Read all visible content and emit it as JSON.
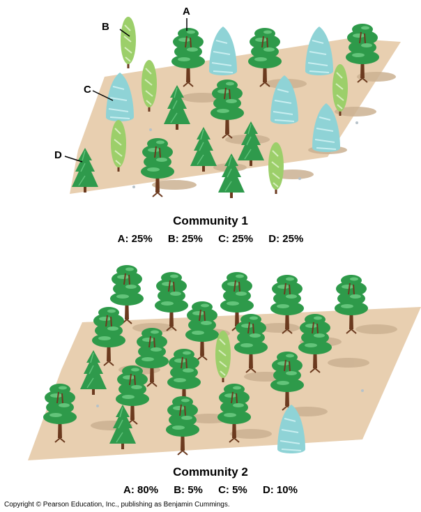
{
  "labels": {
    "a": "A",
    "b": "B",
    "c": "C",
    "d": "D"
  },
  "community1": {
    "title": "Community 1",
    "abundances": [
      {
        "species": "A",
        "text": "A: 25%"
      },
      {
        "species": "B",
        "text": "B: 25%"
      },
      {
        "species": "C",
        "text": "C: 25%"
      },
      {
        "species": "D",
        "text": "D: 25%"
      }
    ]
  },
  "community2": {
    "title": "Community 2",
    "abundances": [
      {
        "species": "A",
        "text": "A: 80%"
      },
      {
        "species": "B",
        "text": "B: 5%"
      },
      {
        "species": "C",
        "text": "C: 5%"
      },
      {
        "species": "D",
        "text": "D: 10%"
      }
    ]
  },
  "copyright": "Copyright © Pearson Education, Inc., publishing as Benjamin Cummings.",
  "colors": {
    "ground": "#e8cfb0",
    "shadow": "#cbb192",
    "broadleaf": "#2e9a4a",
    "broadleaf_light": "#63c47a",
    "trunk": "#6b3a1f",
    "conifer": "#2f9a4c",
    "cypress": "#9ccf6a",
    "cypress_light": "#d8eec0",
    "spruce_blue": "#8fd3d6",
    "spruce_blue_light": "#c9eef0"
  }
}
